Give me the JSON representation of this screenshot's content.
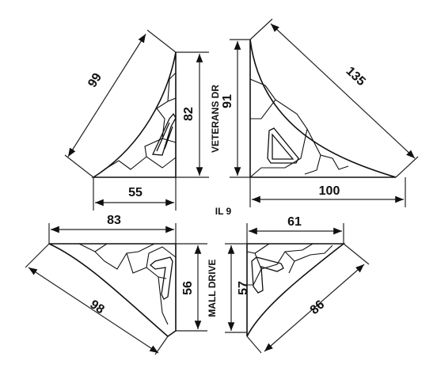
{
  "dimensions": {
    "nw_hyp": "99",
    "nw_vert": "82",
    "nw_horiz": "55",
    "ne_hyp": "135",
    "ne_vert": "91",
    "ne_horiz": "100",
    "sw_horiz": "83",
    "sw_vert": "56",
    "sw_hyp": "98",
    "se_horiz": "61",
    "se_vert": "57",
    "se_hyp": "86"
  },
  "roads": {
    "veterans": "VETERANS DR",
    "il9": "IL 9",
    "mall": "MALL DRIVE"
  }
}
